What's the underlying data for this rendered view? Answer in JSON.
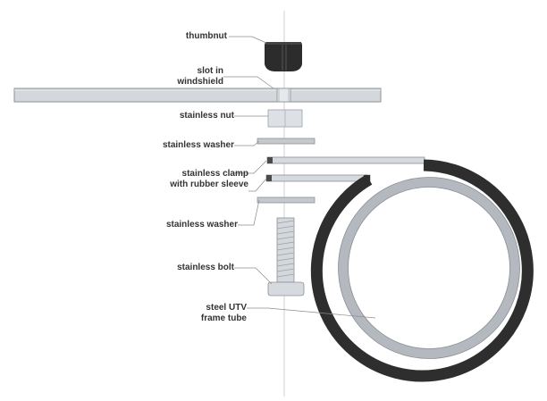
{
  "labels": {
    "thumbnut": "thumbnut",
    "slot_line1": "slot in",
    "slot_line2": "windshield",
    "stainless_nut": "stainless nut",
    "washer_top": "stainless washer",
    "clamp_line1": "stainless clamp",
    "clamp_line2": "with rubber sleeve",
    "washer_bottom": "stainless washer",
    "bolt": "stainless bolt",
    "tube_line1": "steel UTV",
    "tube_line2": "frame tube"
  },
  "colors": {
    "metal": "#c4c9ce",
    "metal_light": "#dde1e5",
    "metal_stroke": "#8a9096",
    "dark": "#2c2c2c",
    "rubber": "#2e2e2e",
    "leader": "#888888",
    "center_line": "#c8c8c8"
  }
}
